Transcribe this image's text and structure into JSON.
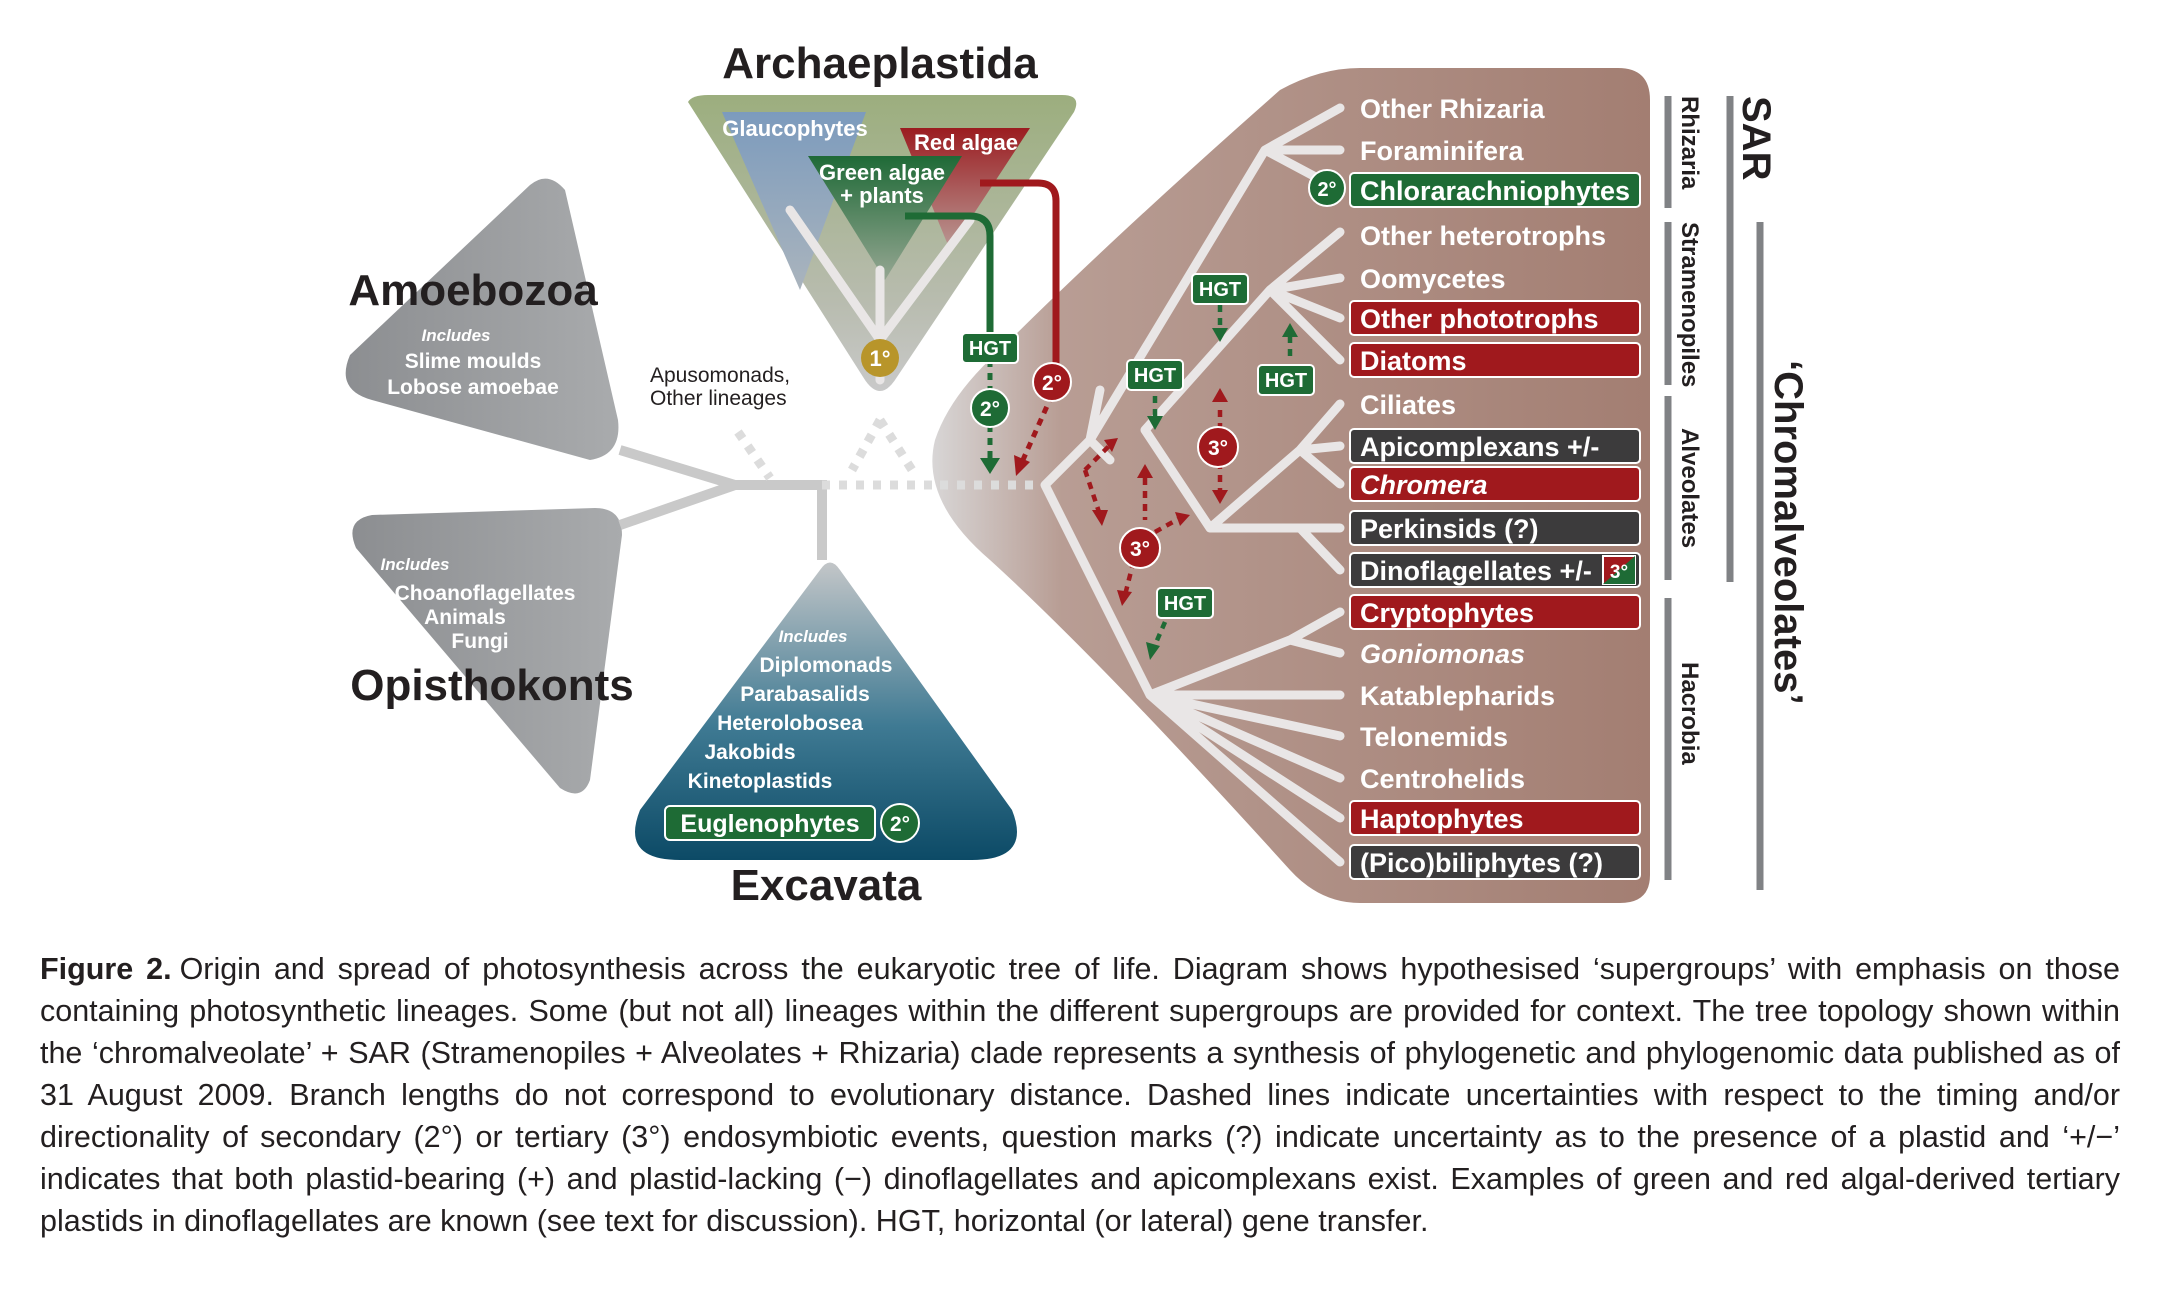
{
  "groups": {
    "archaeplastida": "Archaeplastida",
    "amoebozoa": "Amoebozoa",
    "opisthokonts": "Opisthokonts",
    "excavata": "Excavata"
  },
  "archaeplastida": {
    "glaucophytes": "Glaucophytes",
    "red_algae": "Red algae",
    "green_algae_1": "Green algae",
    "green_algae_2": "+ plants",
    "primary": "1°"
  },
  "amoebozoa": {
    "includes": "Includes",
    "items": [
      "Slime moulds",
      "Lobose amoebae"
    ]
  },
  "opisthokonts": {
    "includes": "Includes",
    "items": [
      "Choanoflagellates",
      "Animals",
      "Fungi"
    ]
  },
  "excavata": {
    "includes": "Includes",
    "items": [
      "Diplomonads",
      "Parabasalids",
      "Heterolobosea",
      "Jakobids",
      "Kinetoplastids"
    ],
    "euglenophytes": "Euglenophytes",
    "secondary": "2°"
  },
  "apusomonads": [
    "Apusomonads,",
    "Other lineages"
  ],
  "markers": {
    "hgt": "HGT",
    "secondary": "2°",
    "tertiary": "3°"
  },
  "lineages": [
    {
      "label": "Other Rhizaria",
      "style": "plain",
      "italic": false
    },
    {
      "label": "Foraminifera",
      "style": "plain",
      "italic": false
    },
    {
      "label": "Chlorarachniophytes",
      "style": "green",
      "italic": false
    },
    {
      "label": "Other heterotrophs",
      "style": "plain",
      "italic": false
    },
    {
      "label": "Oomycetes",
      "style": "plain",
      "italic": false
    },
    {
      "label": "Other phototrophs",
      "style": "red",
      "italic": false
    },
    {
      "label": "Diatoms",
      "style": "red",
      "italic": false
    },
    {
      "label": "Ciliates",
      "style": "plain",
      "italic": false
    },
    {
      "label": "Apicomplexans +/-",
      "style": "dark",
      "italic": false
    },
    {
      "label": "Chromera",
      "style": "red",
      "italic": true
    },
    {
      "label": "Perkinsids (?)",
      "style": "dark",
      "italic": false
    },
    {
      "label": "Dinoflagellates +/-",
      "style": "dark",
      "italic": false
    },
    {
      "label": "Cryptophytes",
      "style": "red",
      "italic": false
    },
    {
      "label": "Goniomonas",
      "style": "plain",
      "italic": true
    },
    {
      "label": "Katablepharids",
      "style": "plain",
      "italic": false
    },
    {
      "label": "Telonemids",
      "style": "plain",
      "italic": false
    },
    {
      "label": "Centrohelids",
      "style": "plain",
      "italic": false
    },
    {
      "label": "Haptophytes",
      "style": "red",
      "italic": false
    },
    {
      "label": "(Pico)biliphytes (?)",
      "style": "dark",
      "italic": false
    }
  ],
  "side_labels": {
    "rhizaria": "Rhizaria",
    "stramenopiles": "Stramenopiles",
    "alveolates": "Alveolates",
    "hacrobia": "Hacrobia",
    "sar": "SAR",
    "chromalveolates": "‘Chromalveolates’"
  },
  "caption": {
    "label": "Figure 2.",
    "text": "Origin and spread of photosynthesis across the eukaryotic tree of life. Diagram shows hypothesised ‘supergroups’ with emphasis on those containing photosynthetic lineages. Some (but not all) lineages within the different supergroups are provided for context. The tree topology shown within the ‘chromalveolate’ + SAR (Stramenopiles + Alveolates + Rhizaria) clade represents a synthesis of phylogenetic and phylogenomic data published as of 31 August 2009. Branch lengths do not correspond to evolutionary distance. Dashed lines indicate uncertainties with respect to the timing and/or directionality of secondary (2°) or tertiary (3°) endosymbiotic events, question marks (?) indicate uncertainty as to the presence of a plastid and ‘+/−’ indicates that both plastid-bearing (+) and plastid-lacking (−) dinoflagellates and apicomplexans exist. Examples of green and red algal-derived tertiary plastids in dinoflagellates are known (see text for discussion). HGT, horizontal (or lateral) gene transfer."
  },
  "colors": {
    "green": "#1e6b35",
    "red": "#a0191d",
    "dark": "#3c3b3c",
    "clade_bg": "#a88377",
    "grey_triangle": "#939598",
    "gold": "#b8952a"
  }
}
